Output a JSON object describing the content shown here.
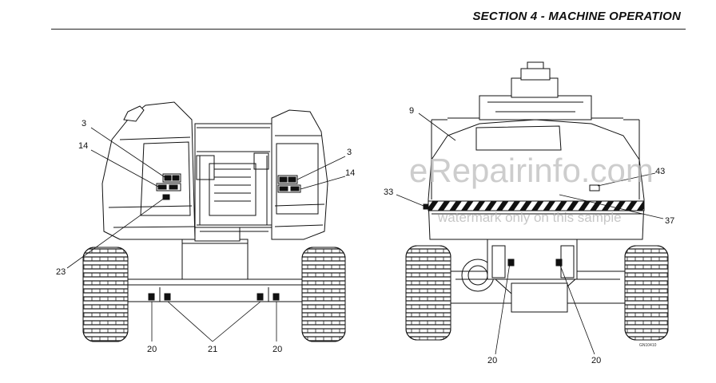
{
  "header": {
    "section_title": "SECTION 4 - MACHINE OPERATION"
  },
  "left_view": {
    "callouts": {
      "c3_left": "3",
      "c14_left": "14",
      "c3_right": "3",
      "c14_right": "14",
      "c23": "23",
      "c20_left": "20",
      "c21": "21",
      "c20_right": "20"
    }
  },
  "right_view": {
    "callouts": {
      "c9": "9",
      "c43": "43",
      "c33": "33",
      "c37": "37",
      "c20_left": "20",
      "c20_right": "20"
    },
    "drawing_code": "GN10410"
  },
  "watermark": {
    "main": "eRepairinfo.com",
    "sub": "watermark only on this sample"
  }
}
